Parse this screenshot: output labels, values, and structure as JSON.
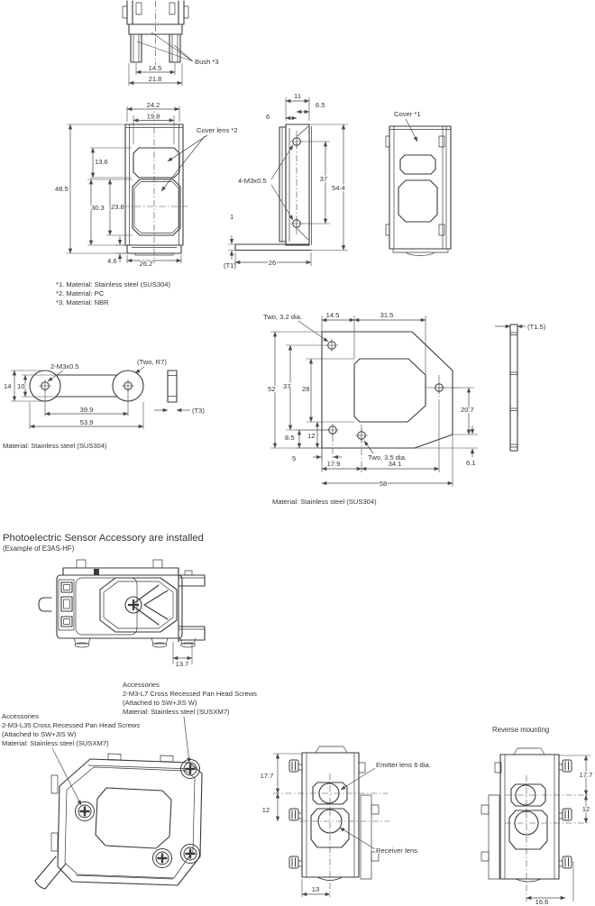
{
  "colors": {
    "line": "#3a3a3a",
    "text": "#333333",
    "background": "#ffffff"
  },
  "top_view": {
    "bush_label": "Bush *3",
    "dim_inner_width": "14.5",
    "dim_outer_width": "21.8"
  },
  "front_view": {
    "cover_lens_label": "Cover lens *2",
    "dim_top_width": "24.2",
    "dim_inner_width": "19.8",
    "dim_upper_lens_height": "13.6",
    "dim_total_height": "48.5",
    "dim_lower_section": "30.3",
    "dim_lens_height": "23.8",
    "dim_base_height": "4.6",
    "dim_bottom_width": "26.2"
  },
  "bracket_side_view": {
    "screw_label": "4-M3x0.5",
    "dim_top_width": "11",
    "dim_edge_offset": "6.5",
    "dim_inset": "6",
    "dim_hole_span": "37",
    "dim_total_height": "54.4",
    "dim_plate_thickness": "1",
    "thickness_label": "(T1)",
    "dim_depth": "26"
  },
  "cover_view": {
    "label": "Cover *1"
  },
  "material_notes": {
    "note1": "*1. Material: Stainless steel (SUS304)",
    "note2": "*2. Material: PC",
    "note3": "*3. Material: NBR"
  },
  "strap": {
    "screw_label": "2-M3x0.5",
    "radius_label": "(Two, R7)",
    "dim_end_height": "14",
    "dim_bar_height": "10",
    "dim_hole_span": "39.9",
    "dim_length": "53.9",
    "thickness_label": "(T3)",
    "material": "Material: Stainless steel (SUS304)"
  },
  "plate": {
    "holes_small_label": "Two, 3.2 dia.",
    "holes_large_label": "Two, 3.5 dia.",
    "dim_left_offset": "14.5",
    "dim_window_width": "31.5",
    "dim_height": "52",
    "dim_hole_span_v": "37",
    "dim_window_height": "28",
    "dim_hole_to_bottom": "8.5",
    "dim_window_to_bottom": "12",
    "dim_hole_x": "5",
    "dim_hole1_x": "17.9",
    "dim_hole2_x": "34.1",
    "dim_width": "58",
    "dim_right_hole": "20.7",
    "dim_right_bottom": "6.1",
    "thickness_label": "(T1.5)",
    "material": "Material: Stainless steel (SUS304)"
  },
  "installed": {
    "heading": "Photoelectric Sensor Accessory are installed",
    "subheading": "(Example of E3AS-HF)",
    "dim_side_offset": "13.7"
  },
  "accessories_l7": {
    "line1": "Accessories",
    "line2": "2-M3-L7 Cross Recessed Pan Head Screws",
    "line3": "(Attached to SW+JIS W)",
    "line4": "Material: Stainless steel (SUSXM7)"
  },
  "accessories_l35": {
    "line1": "Accessories",
    "line2": "2-M3-L35 Cross Recessed Pan Head Screws",
    "line3": "(Attached to SW+JIS W)",
    "line4": "Material: Stainless steel (SUSXM7)"
  },
  "mounted_front": {
    "dim_emitter_offset": "17.7",
    "dim_lens_gap": "12",
    "emitter_label": "Emitter lens 6 dia.",
    "receiver_label": "Receiver lens",
    "dim_center": "13"
  },
  "reverse_mount": {
    "title": "Reverse mounting",
    "dim_emitter_offset": "17.7",
    "dim_lens_gap": "12",
    "dim_center": "16.6"
  }
}
